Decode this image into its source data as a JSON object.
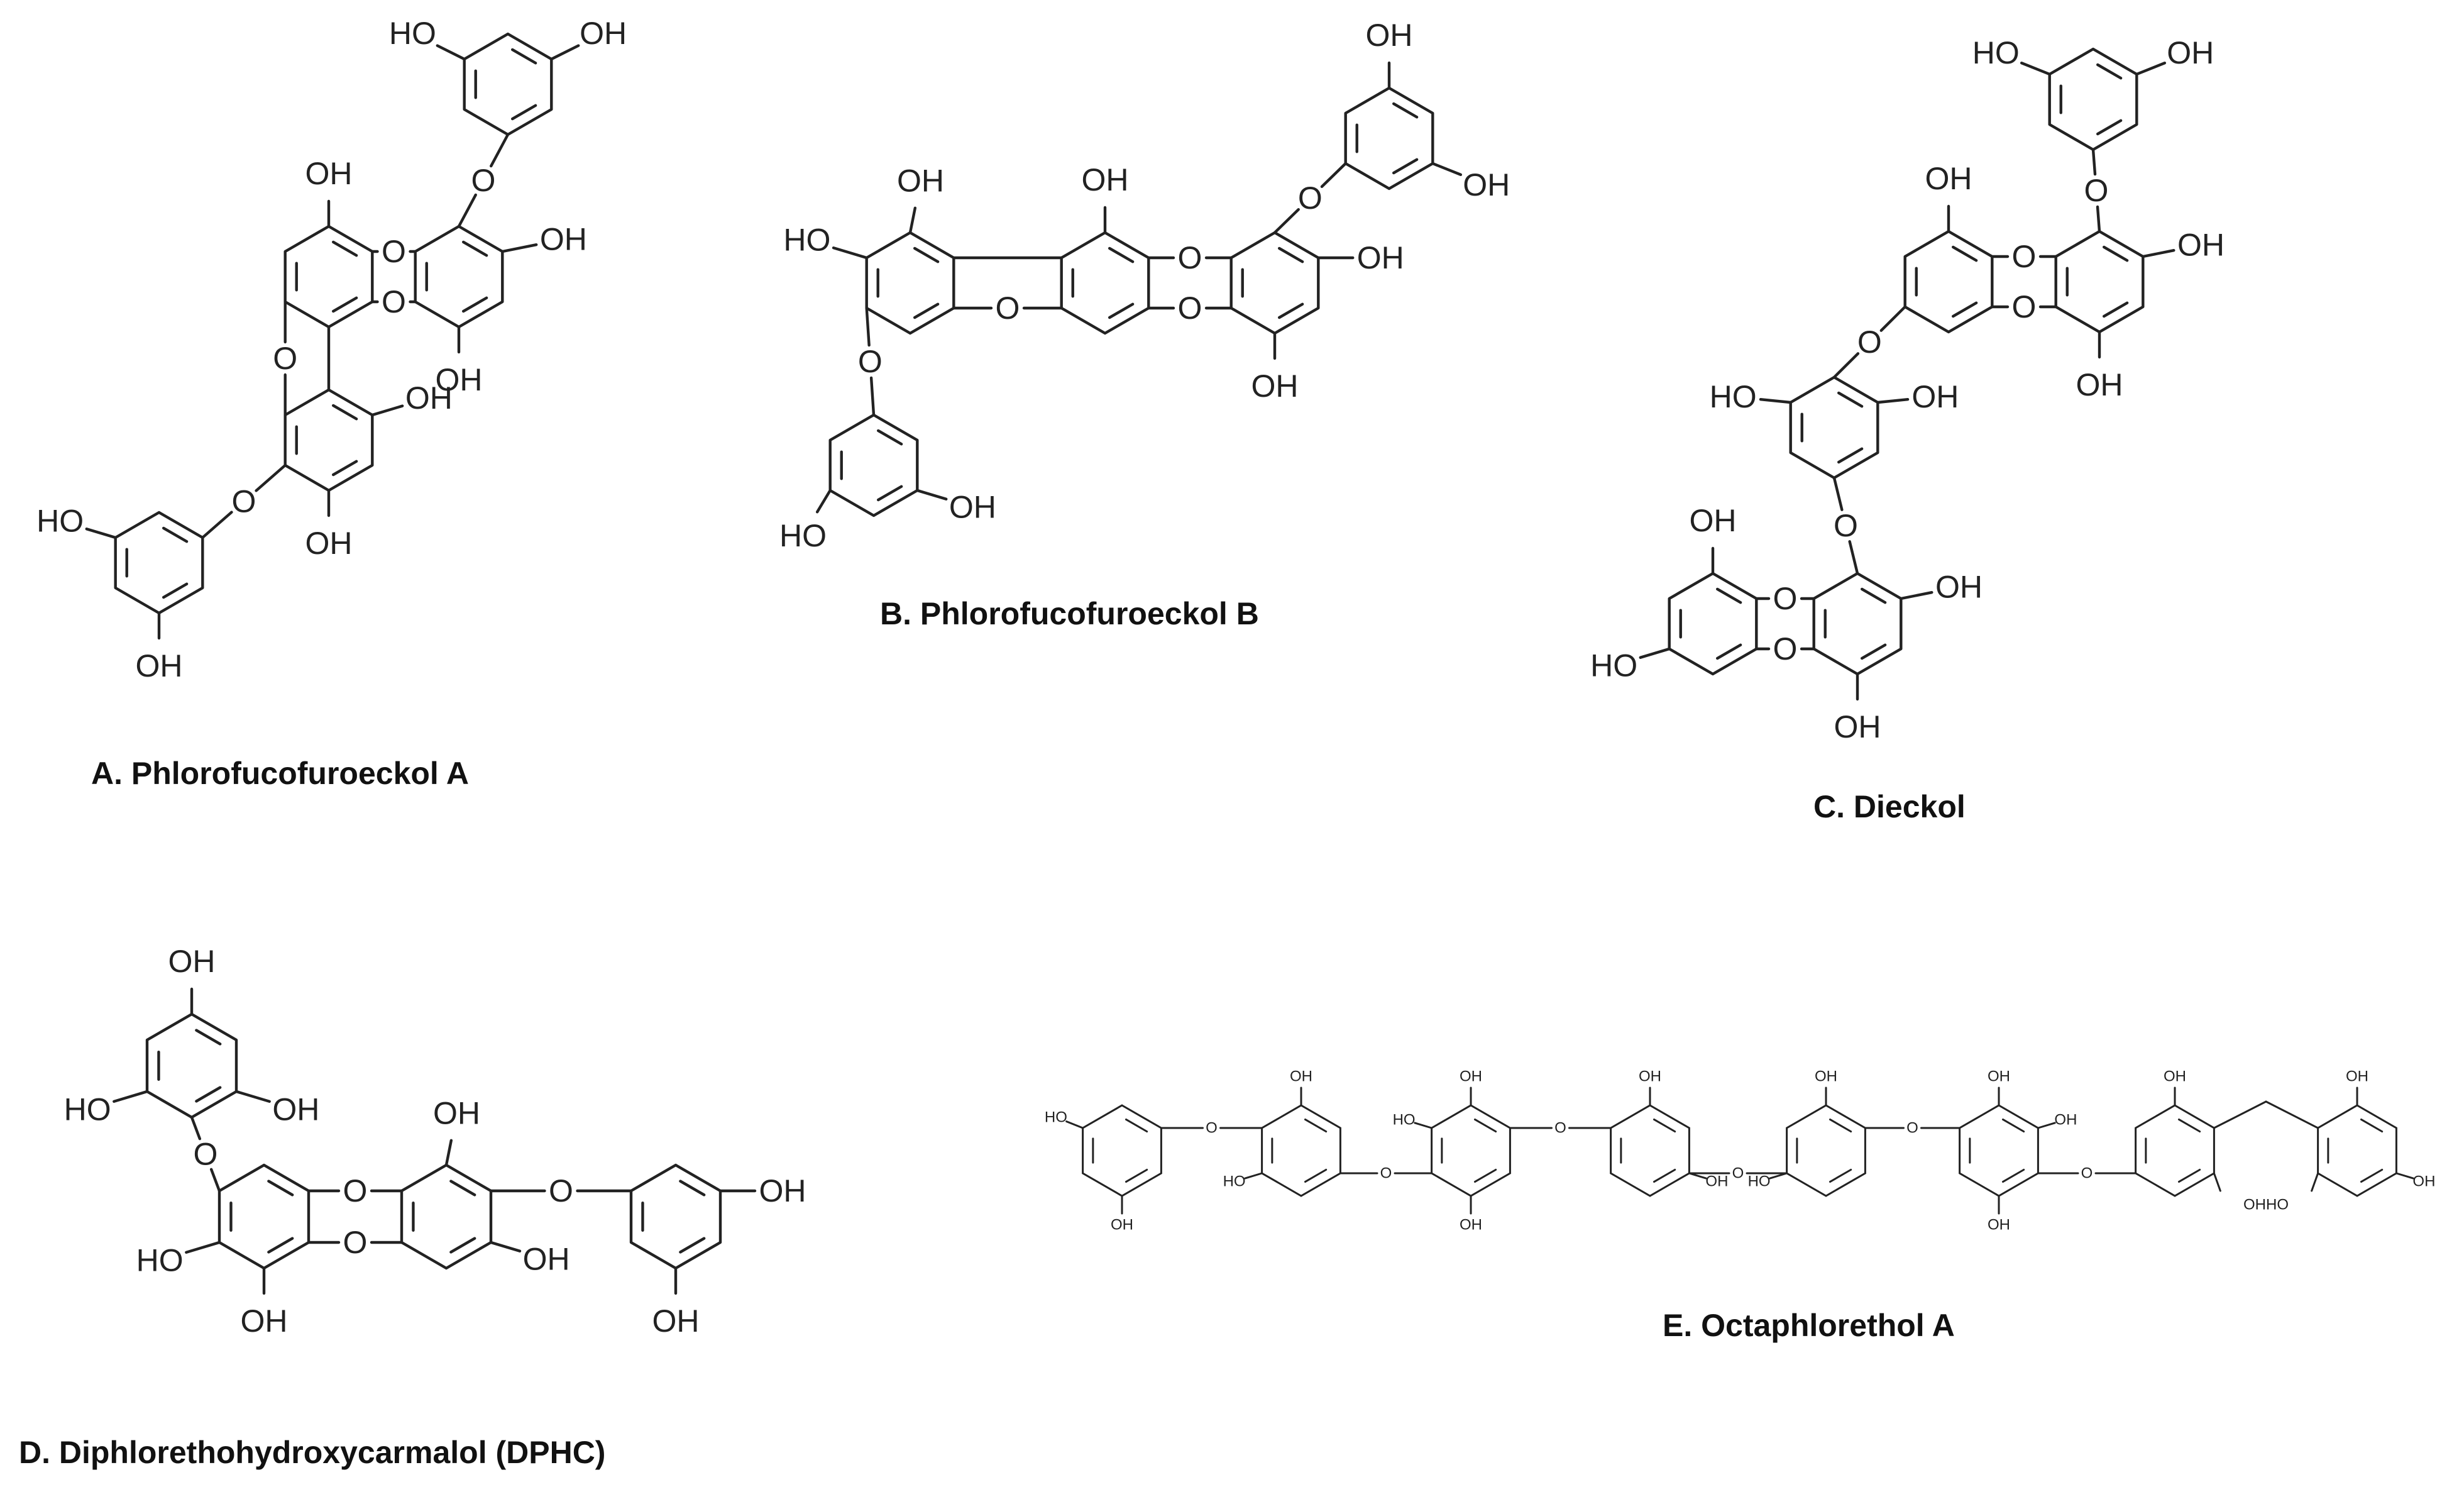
{
  "figure": {
    "panels": [
      {
        "id": "A",
        "caption": "A. Phlorofucofuroeckol A",
        "labels": {
          "oh": "OH",
          "ho": "HO",
          "o": "O"
        }
      },
      {
        "id": "B",
        "caption": "B. Phlorofucofuroeckol B",
        "labels": {
          "oh": "OH",
          "ho": "HO",
          "o": "O"
        }
      },
      {
        "id": "C",
        "caption": "C. Dieckol",
        "labels": {
          "oh": "OH",
          "ho": "HO",
          "o": "O"
        }
      },
      {
        "id": "D",
        "caption": "D. Diphlorethohydroxycarmalol (DPHC)",
        "labels": {
          "oh": "OH",
          "ho": "HO",
          "o": "O"
        }
      },
      {
        "id": "E",
        "caption": "E. Octaphlorethol A",
        "labels": {
          "oh": "OH",
          "ho": "HO",
          "o": "O",
          "ohho": "OHHO"
        }
      }
    ]
  }
}
